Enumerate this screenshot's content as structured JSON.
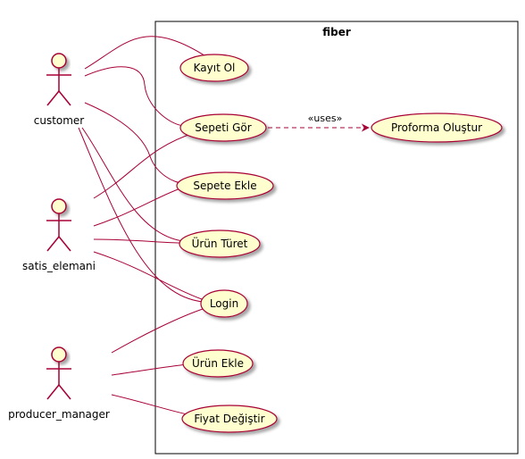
{
  "system": {
    "title": "fiber"
  },
  "actors": [
    {
      "id": "customer",
      "label": "customer"
    },
    {
      "id": "satis_elemani",
      "label": "satis_elemani"
    },
    {
      "id": "producer_manager",
      "label": "producer_manager"
    }
  ],
  "use_cases": [
    {
      "id": "kayit_ol",
      "label": "Kayıt Ol"
    },
    {
      "id": "sepeti_gor",
      "label": "Sepeti Gör"
    },
    {
      "id": "sepete_ekle",
      "label": "Sepete Ekle"
    },
    {
      "id": "urun_turet",
      "label": "Ürün Türet"
    },
    {
      "id": "login",
      "label": "Login"
    },
    {
      "id": "urun_ekle",
      "label": "Ürün Ekle"
    },
    {
      "id": "fiyat_degistir",
      "label": "Fiyat Değiştir"
    },
    {
      "id": "proforma_olustur",
      "label": "Proforma Oluştur"
    }
  ],
  "relations": [
    {
      "type": "include",
      "label": "«uses»",
      "from": "sepeti_gor",
      "to": "proforma_olustur"
    }
  ],
  "colors": {
    "actor_stroke": "#a80036",
    "actor_fill": "#fefece",
    "usecase_fill": "#fefece",
    "usecase_stroke": "#a80036",
    "line": "#a80036",
    "frame": "#000000"
  }
}
